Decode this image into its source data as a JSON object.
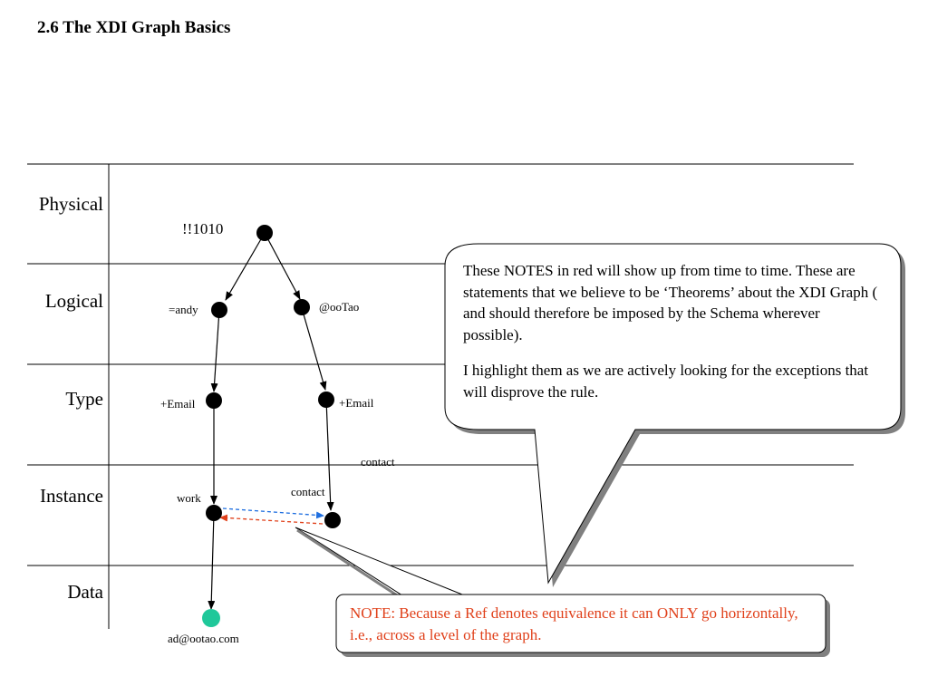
{
  "title": "2.6 The XDI Graph Basics",
  "levels": [
    "Physical",
    "Logical",
    "Type",
    "Instance",
    "Data"
  ],
  "nodes": {
    "root": "!!1010",
    "andy": "=andy",
    "ootao": "@ooTao",
    "email_left": "+Email",
    "email_right": "+Email",
    "work": "work",
    "contact_node": "contact",
    "contact_floating": "contact",
    "data_value": "ad@ootao.com"
  },
  "callout": {
    "paragraph1": "These NOTES in red will show up from time to time. These are statements that we believe to be ‘Theorems’ about the XDI Graph ( and should therefore be imposed by the Schema wherever possible).",
    "paragraph2": "I highlight them as we are actively looking for the exceptions that will disprove the rule."
  },
  "note": {
    "text": "NOTE: Because a Ref denotes equivalence it can ONLY go horizontally, i.e., across a level of the graph."
  },
  "colors": {
    "node": "#000000",
    "data_node": "#1fc89a",
    "ref_forward": "#1f6fe0",
    "ref_back": "#e0401a",
    "note_text": "#e0401a",
    "shadow": "#808080"
  }
}
